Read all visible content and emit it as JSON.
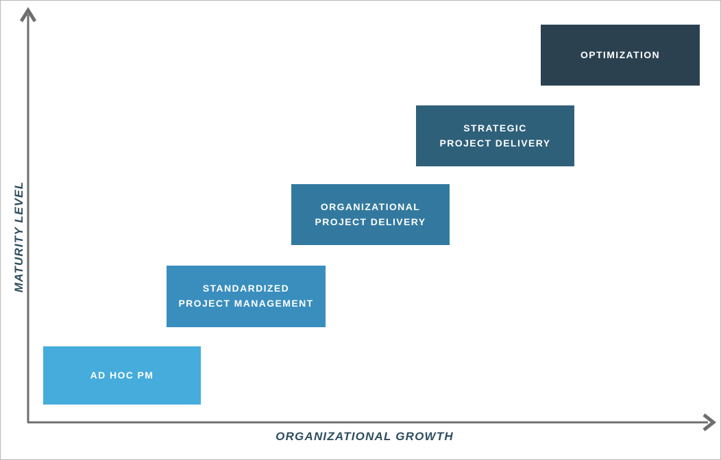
{
  "diagram": {
    "type": "stairstep-maturity-model",
    "x_axis_label": "ORGANIZATIONAL GROWTH",
    "y_axis_label": "MATURITY LEVEL",
    "axis_color": "#6d6e70",
    "axis_label_color": "#2e4d5f",
    "stage_text_color": "#ffffff",
    "stages": [
      {
        "level": 1,
        "label": "AD HOC PM",
        "color": "#45acdc"
      },
      {
        "level": 2,
        "label": "STANDARDIZED\nPROJECT MANAGEMENT",
        "color": "#3a8ebe"
      },
      {
        "level": 3,
        "label": "ORGANIZATIONAL\nPROJECT DELIVERY",
        "color": "#33799f"
      },
      {
        "level": 4,
        "label": "STRATEGIC\nPROJECT DELIVERY",
        "color": "#2f607a"
      },
      {
        "level": 5,
        "label": "OPTIMIZATION",
        "color": "#2b4150"
      }
    ]
  }
}
